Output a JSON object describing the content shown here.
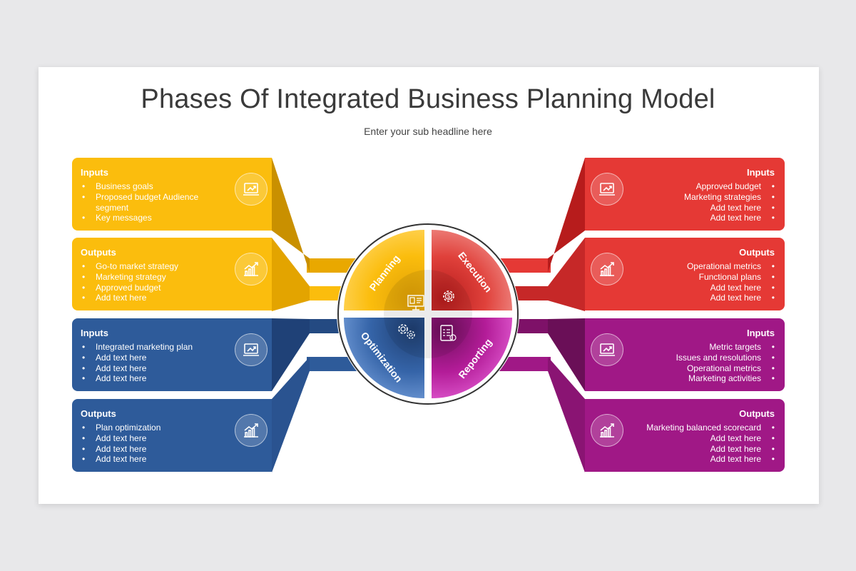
{
  "title": "Phases Of Integrated Business Planning Model",
  "subtitle": "Enter your sub headline here",
  "colors": {
    "planning": "#fbbd0d",
    "execution": "#e53935",
    "optimization": "#2e5b9a",
    "reporting": "#a01886"
  },
  "phases": {
    "planning": "Planning",
    "execution": "Execution",
    "optimization": "Optimization",
    "reporting": "Reporting"
  },
  "phase_icons": {
    "planning": "presentation-board-icon",
    "execution": "gear-dollar-icon",
    "optimization": "gears-search-icon",
    "reporting": "report-checklist-icon"
  },
  "cards": {
    "left_top": {
      "heading": "Inputs",
      "items": [
        "Business goals",
        "Proposed budget Audience segment",
        "Key messages"
      ],
      "icon": "laptop-chart-icon"
    },
    "left_upper_mid": {
      "heading": "Outputs",
      "items": [
        "Go-to market strategy",
        "Marketing strategy",
        "Approved budget",
        "Add text here"
      ],
      "icon": "growth-chart-icon"
    },
    "left_lower_mid": {
      "heading": "Inputs",
      "items": [
        "Integrated marketing plan",
        "Add text here",
        "Add text here",
        "Add text here"
      ],
      "icon": "laptop-chart-icon"
    },
    "left_bottom": {
      "heading": "Outputs",
      "items": [
        "Plan optimization",
        "Add text here",
        "Add text here",
        "Add text here"
      ],
      "icon": "growth-chart-icon"
    },
    "right_top": {
      "heading": "Inputs",
      "items": [
        "Approved budget",
        "Marketing strategies",
        "Add text here",
        "Add text here"
      ],
      "icon": "laptop-chart-icon"
    },
    "right_upper_mid": {
      "heading": "Outputs",
      "items": [
        "Operational metrics",
        "Functional plans",
        "Add text here",
        "Add text here"
      ],
      "icon": "growth-chart-icon"
    },
    "right_lower_mid": {
      "heading": "Inputs",
      "items": [
        "Metric targets",
        "Issues and resolutions",
        "Operational metrics",
        "Marketing activities"
      ],
      "icon": "laptop-chart-icon"
    },
    "right_bottom": {
      "heading": "Outputs",
      "items": [
        "Marketing balanced scorecard",
        "Add text here",
        "Add text here",
        "Add text here"
      ],
      "icon": "growth-chart-icon"
    }
  }
}
